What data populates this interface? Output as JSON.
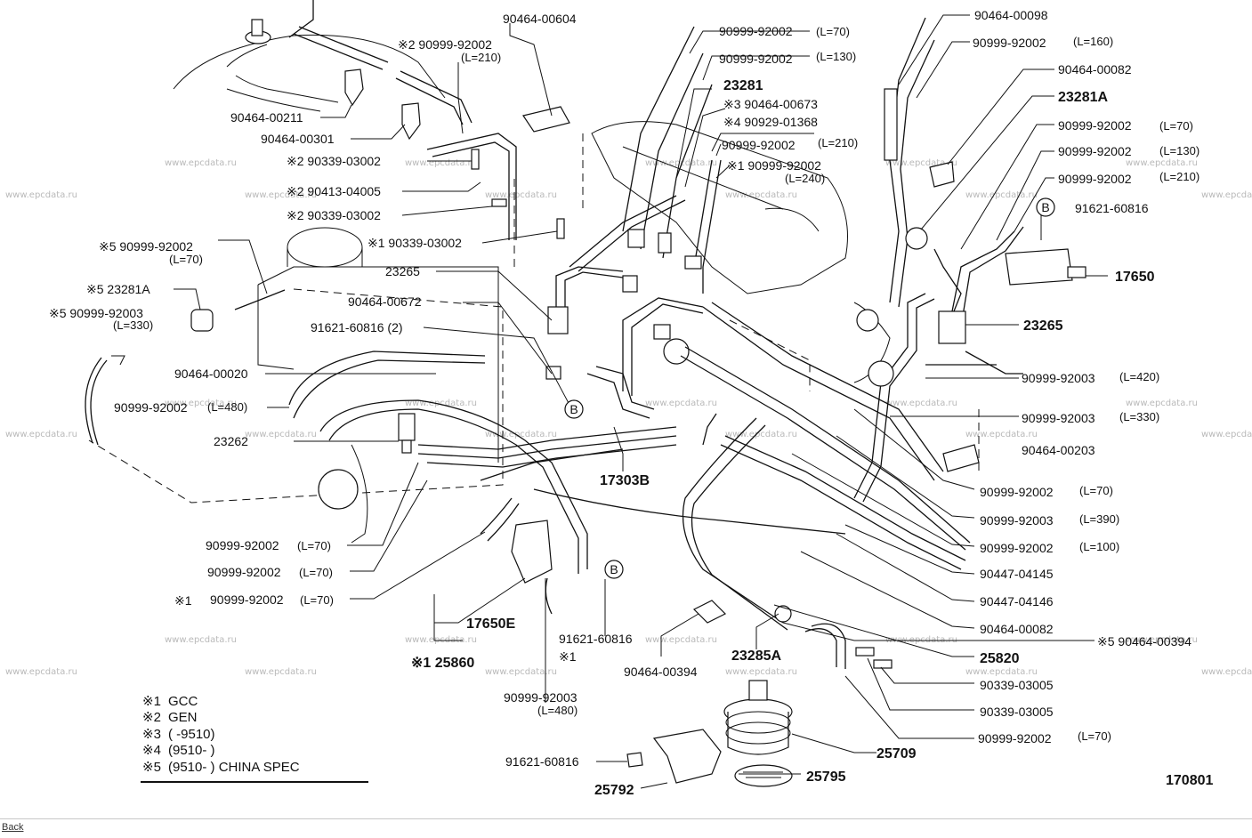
{
  "diagram": {
    "figure_number": "170801",
    "watermark": "www.epcdata.ru",
    "callouts": [
      {
        "id": "c1",
        "text": "90464-00604"
      },
      {
        "id": "c2",
        "text": "※2 90999-92002"
      },
      {
        "id": "c3",
        "text": "(L=210)"
      },
      {
        "id": "c4",
        "text": "90464-00211"
      },
      {
        "id": "c5",
        "text": "90464-00301"
      },
      {
        "id": "c6",
        "text": "※2 90339-03002"
      },
      {
        "id": "c7",
        "text": "※2 90413-04005"
      },
      {
        "id": "c8",
        "text": "※2 90339-03002"
      },
      {
        "id": "c9",
        "text": "※1 90339-03002"
      },
      {
        "id": "c10",
        "text": "※5 90999-92002"
      },
      {
        "id": "c11",
        "text": "(L=70)"
      },
      {
        "id": "c12",
        "text": "※5 23281A"
      },
      {
        "id": "c13",
        "text": "※5 90999-92003"
      },
      {
        "id": "c14",
        "text": "(L=330)"
      },
      {
        "id": "c15",
        "text": "23265"
      },
      {
        "id": "c16",
        "text": "90464-00672"
      },
      {
        "id": "c17",
        "text": "91621-60816 (2)"
      },
      {
        "id": "c18",
        "text": "90464-00020"
      },
      {
        "id": "c19",
        "text": "90999-92002"
      },
      {
        "id": "c20",
        "text": "(L=480)"
      },
      {
        "id": "c21",
        "text": "23262"
      },
      {
        "id": "c22",
        "text": "17303B"
      },
      {
        "id": "c23",
        "text": "90999-92002"
      },
      {
        "id": "c24",
        "text": "(L=70)"
      },
      {
        "id": "c25",
        "text": "90999-92002"
      },
      {
        "id": "c26",
        "text": "(L=70)"
      },
      {
        "id": "c27",
        "text": "※1"
      },
      {
        "id": "c28",
        "text": "90999-92002"
      },
      {
        "id": "c29",
        "text": "(L=70)"
      },
      {
        "id": "c30",
        "text": "17650E"
      },
      {
        "id": "c31",
        "text": "※1 25860"
      },
      {
        "id": "c32",
        "text": "91621-60816"
      },
      {
        "id": "c33",
        "text": "※1"
      },
      {
        "id": "c34",
        "text": "90999-92003"
      },
      {
        "id": "c35",
        "text": "(L=480)"
      },
      {
        "id": "c36",
        "text": "90464-00394"
      },
      {
        "id": "c37",
        "text": "23285A"
      },
      {
        "id": "c38",
        "text": "91621-60816"
      },
      {
        "id": "c39",
        "text": "25792"
      },
      {
        "id": "c40",
        "text": "25795"
      },
      {
        "id": "c41",
        "text": "25709"
      },
      {
        "id": "c42",
        "text": "90999-92002"
      },
      {
        "id": "c43",
        "text": "(L=70)"
      },
      {
        "id": "c44",
        "text": "90999-92002"
      },
      {
        "id": "c45",
        "text": "(L=130)"
      },
      {
        "id": "c46",
        "text": "23281"
      },
      {
        "id": "c47",
        "text": "※3 90464-00673"
      },
      {
        "id": "c48",
        "text": "※4 90929-01368"
      },
      {
        "id": "c49",
        "text": "90999-92002"
      },
      {
        "id": "c50",
        "text": "(L=210)"
      },
      {
        "id": "c51",
        "text": "※1 90999-92002"
      },
      {
        "id": "c52",
        "text": "(L=240)"
      },
      {
        "id": "c53",
        "text": "90464-00098"
      },
      {
        "id": "c54",
        "text": "90999-92002"
      },
      {
        "id": "c55",
        "text": "(L=160)"
      },
      {
        "id": "c56",
        "text": "90464-00082"
      },
      {
        "id": "c57",
        "text": "23281A"
      },
      {
        "id": "c58",
        "text": "90999-92002"
      },
      {
        "id": "c59",
        "text": "(L=70)"
      },
      {
        "id": "c60",
        "text": "90999-92002"
      },
      {
        "id": "c61",
        "text": "(L=130)"
      },
      {
        "id": "c62",
        "text": "90999-92002"
      },
      {
        "id": "c63",
        "text": "(L=210)"
      },
      {
        "id": "c64",
        "text": "91621-60816"
      },
      {
        "id": "c65",
        "text": "17650"
      },
      {
        "id": "c66",
        "text": "23265"
      },
      {
        "id": "c67",
        "text": "90999-92003"
      },
      {
        "id": "c68",
        "text": "(L=420)"
      },
      {
        "id": "c69",
        "text": "90999-92003"
      },
      {
        "id": "c70",
        "text": "(L=330)"
      },
      {
        "id": "c71",
        "text": "90464-00203"
      },
      {
        "id": "c72",
        "text": "90999-92002"
      },
      {
        "id": "c73",
        "text": "(L=70)"
      },
      {
        "id": "c74",
        "text": "90999-92003"
      },
      {
        "id": "c75",
        "text": "(L=390)"
      },
      {
        "id": "c76",
        "text": "90999-92002"
      },
      {
        "id": "c77",
        "text": "(L=100)"
      },
      {
        "id": "c78",
        "text": "90447-04145"
      },
      {
        "id": "c79",
        "text": "90447-04146"
      },
      {
        "id": "c80",
        "text": "90464-00082"
      },
      {
        "id": "c81",
        "text": "※5 90464-00394"
      },
      {
        "id": "c82",
        "text": "25820"
      },
      {
        "id": "c83",
        "text": "90339-03005"
      },
      {
        "id": "c84",
        "text": "90339-03005"
      },
      {
        "id": "c85",
        "text": "90999-92002"
      },
      {
        "id": "c86",
        "text": "(L=70)"
      }
    ],
    "circle_markers": [
      {
        "id": "m1",
        "text": "B"
      },
      {
        "id": "m2",
        "text": "B"
      },
      {
        "id": "m3",
        "text": "B"
      }
    ],
    "legend": [
      {
        "mark": "※1",
        "text": "GCC"
      },
      {
        "mark": "※2",
        "text": "GEN"
      },
      {
        "mark": "※3",
        "text": "(         -9510)"
      },
      {
        "mark": "※4",
        "text": "(9510-          )"
      },
      {
        "mark": "※5",
        "text": "(9510-          ) CHINA SPEC"
      }
    ]
  },
  "footer": {
    "back_label": "Back"
  }
}
